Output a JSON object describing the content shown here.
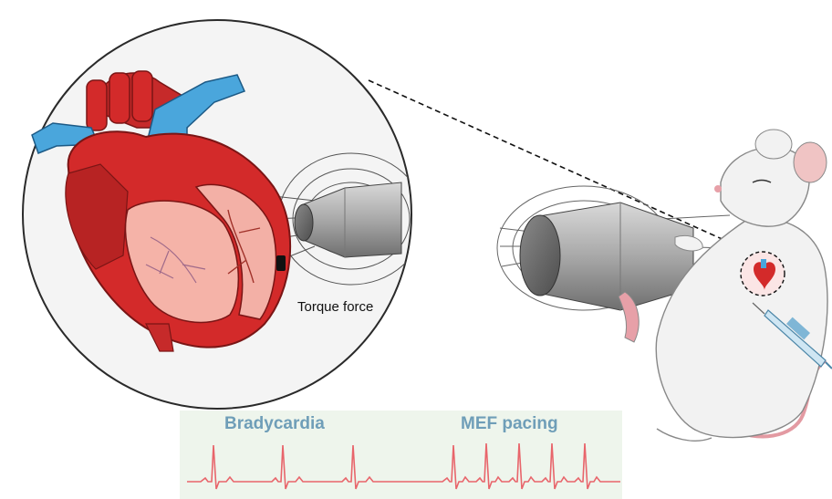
{
  "labels": {
    "torque": "Torque force",
    "bradycardia": "Bradycardia",
    "mef_pacing": "MEF pacing"
  },
  "colors": {
    "ecg_trace": "#e8656b",
    "ecg_panel": "#eef5ec",
    "label_blue": "#6f9eb8",
    "heart_red": "#d32a2a",
    "vessel_blue": "#4aa6dc",
    "chamber_pink": "#f5b3a8"
  },
  "icons": [
    "heart-illustration",
    "magnet-coil",
    "mouse-illustration",
    "syringe-icon"
  ]
}
